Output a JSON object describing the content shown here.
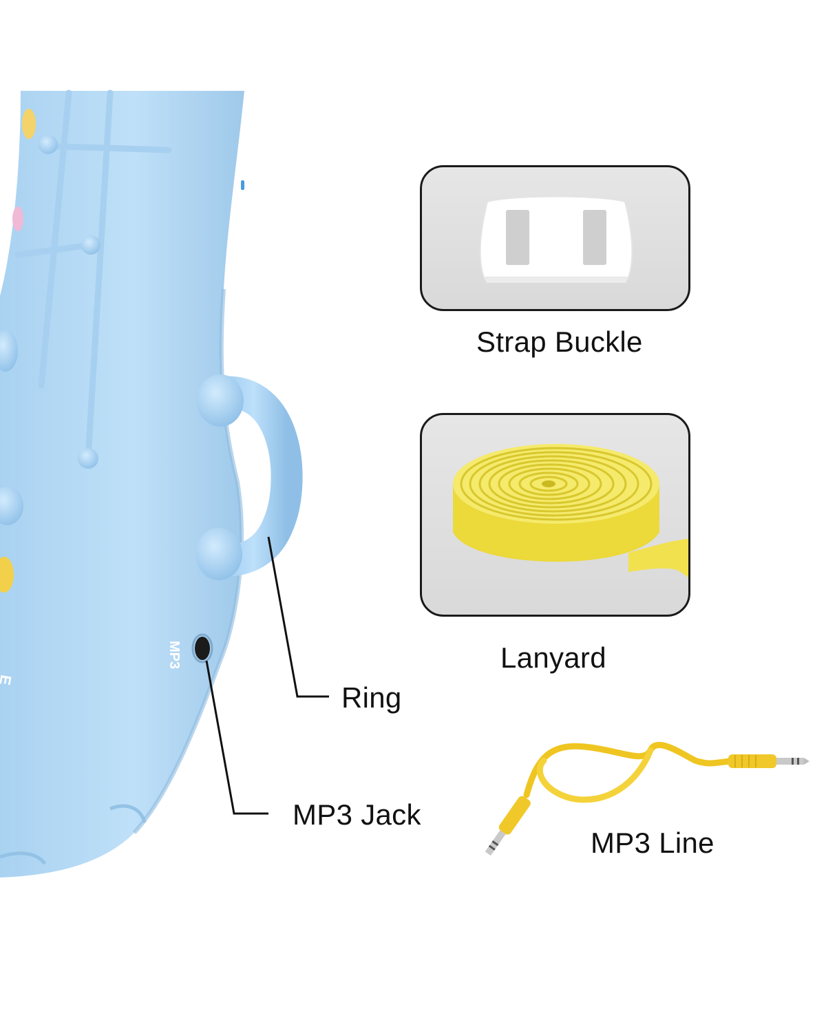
{
  "callouts": {
    "ring": "Ring",
    "mp3_jack": "MP3 Jack"
  },
  "accessories": {
    "strap_buckle": "Strap Buckle",
    "lanyard": "Lanyard",
    "mp3_line": "MP3 Line"
  },
  "product_markings": {
    "port_label": "MP3",
    "partial_text": "E"
  },
  "colors": {
    "saxophone_body": "#b9ddf7",
    "lanyard_yellow": "#f2e35a",
    "cable_yellow": "#f3cc2a",
    "panel_gray": "#dcdcdc"
  }
}
